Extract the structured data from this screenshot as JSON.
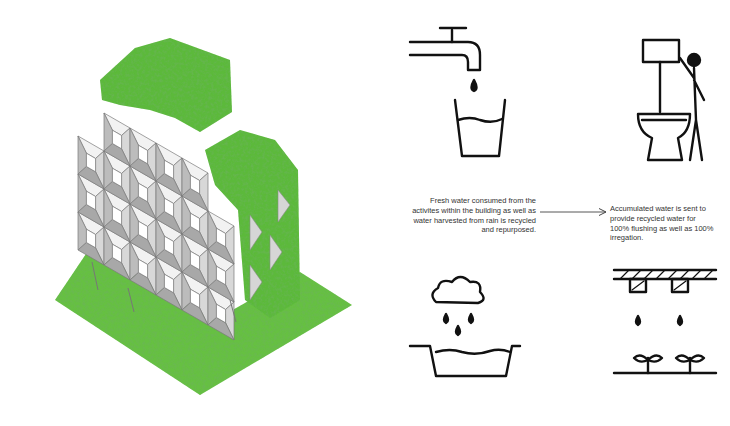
{
  "diagram": {
    "nodes": [
      {
        "text": [
          "Fresh water consumed from the activites within the building as well as water harvested from rain is recycled and repurposed."
        ]
      },
      {
        "text": [
          "Accumulated water is sent to provide recycled water for 100% flushing as well as 100% irregation."
        ]
      }
    ],
    "edges": [
      {
        "from": 0,
        "to": 1,
        "arrow": "to"
      }
    ]
  }
}
